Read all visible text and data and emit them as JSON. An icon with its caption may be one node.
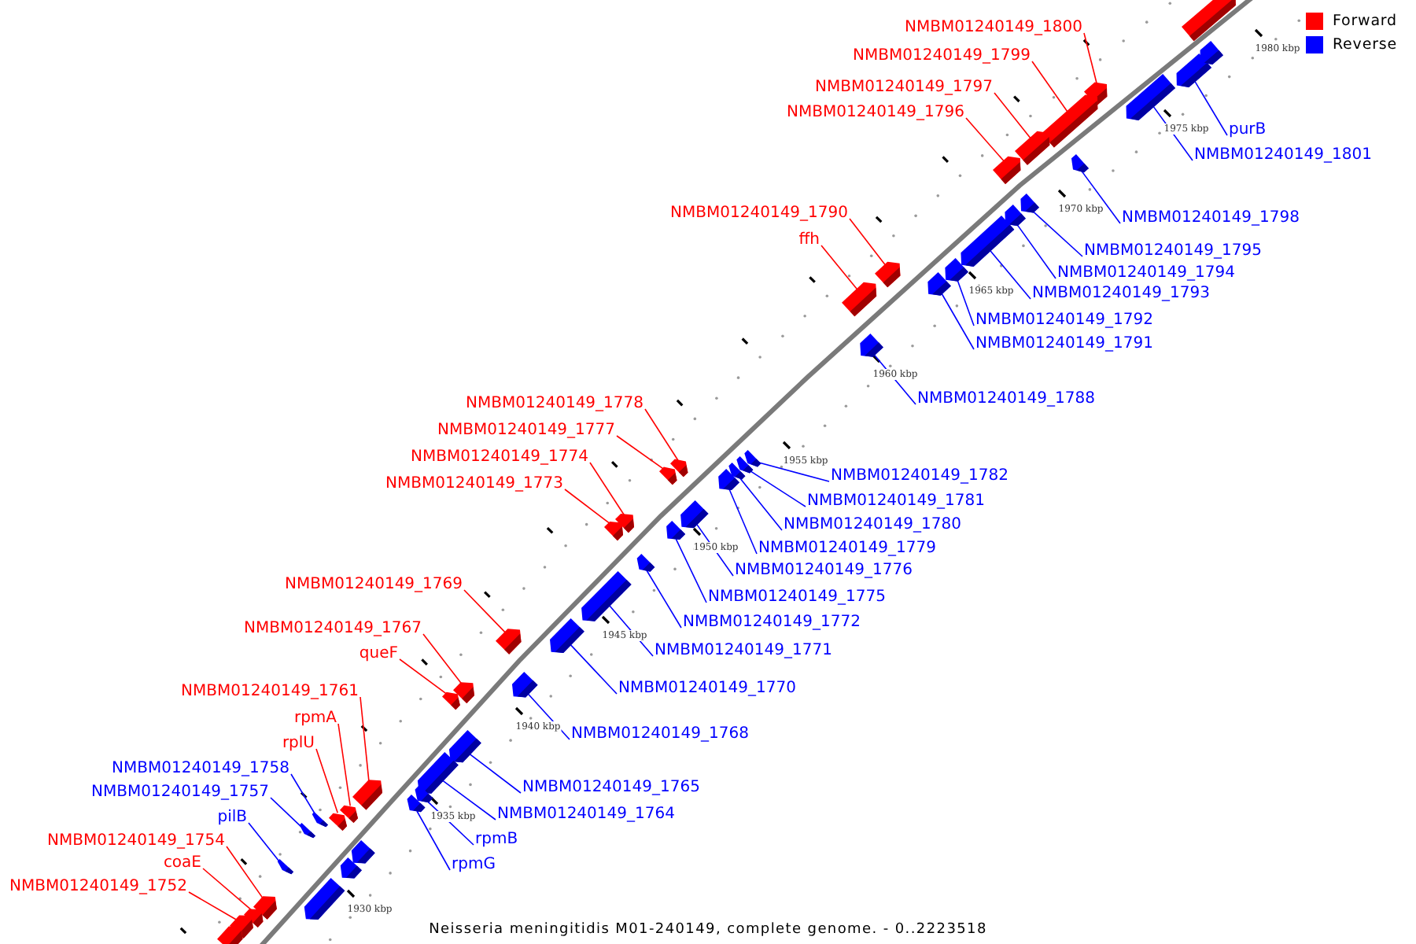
{
  "diagram": {
    "caption": "Neisseria meningitidis M01-240149, complete genome. - 0..2223518",
    "nodes": [
      {
        "text": [
          "NMBM01240149_1800"
        ]
      },
      {
        "text": [
          "NMBM01240149_1799"
        ]
      },
      {
        "text": [
          "NMBM01240149_1797"
        ]
      },
      {
        "text": [
          "NMBM01240149_1796"
        ]
      },
      {
        "text": [
          "purB"
        ]
      },
      {
        "text": [
          "NMBM01240149_1801"
        ]
      },
      {
        "text": [
          "NMBM01240149_1790"
        ]
      },
      {
        "text": [
          "NMBM01240149_1798"
        ]
      },
      {
        "text": [
          "ffh"
        ]
      },
      {
        "text": [
          "NMBM01240149_1795"
        ]
      },
      {
        "text": [
          "NMBM01240149_1794"
        ]
      },
      {
        "text": [
          "NMBM01240149_1793"
        ]
      },
      {
        "text": [
          "NMBM01240149_1792"
        ]
      },
      {
        "text": [
          "NMBM01240149_1791"
        ]
      },
      {
        "text": [
          "NMBM01240149_1788"
        ]
      },
      {
        "text": [
          "NMBM01240149_1778"
        ]
      },
      {
        "text": [
          "NMBM01240149_1777"
        ]
      },
      {
        "text": [
          "NMBM01240149_1774"
        ]
      },
      {
        "text": [
          "NMBM01240149_1782"
        ]
      },
      {
        "text": [
          "NMBM01240149_1773"
        ]
      },
      {
        "text": [
          "NMBM01240149_1781"
        ]
      },
      {
        "text": [
          "NMBM01240149_1780"
        ]
      },
      {
        "text": [
          "NMBM01240149_1779"
        ]
      },
      {
        "text": [
          "NMBM01240149_1776"
        ]
      },
      {
        "text": [
          "NMBM01240149_1769"
        ]
      },
      {
        "text": [
          "NMBM01240149_1775"
        ]
      },
      {
        "text": [
          "NMBM01240149_1772"
        ]
      },
      {
        "text": [
          "NMBM01240149_1767"
        ]
      },
      {
        "text": [
          "NMBM01240149_1771"
        ]
      },
      {
        "text": [
          "queF"
        ]
      },
      {
        "text": [
          "NMBM01240149_1770"
        ]
      },
      {
        "text": [
          "NMBM01240149_1761"
        ]
      },
      {
        "text": [
          "rpmA"
        ]
      },
      {
        "text": [
          "NMBM01240149_1768"
        ]
      },
      {
        "text": [
          "rplU"
        ]
      },
      {
        "text": [
          "NMBM01240149_1758"
        ]
      },
      {
        "text": [
          "NMBM01240149_1765"
        ]
      },
      {
        "text": [
          "NMBM01240149_1757"
        ]
      },
      {
        "text": [
          "NMBM01240149_1764"
        ]
      },
      {
        "text": [
          "pilB"
        ]
      },
      {
        "text": [
          "rpmB"
        ]
      },
      {
        "text": [
          "NMBM01240149_1754"
        ]
      },
      {
        "text": [
          "coaE"
        ]
      },
      {
        "text": [
          "rpmG"
        ]
      },
      {
        "text": [
          "NMBM01240149_1752"
        ]
      },
      {
        "text": [],
        "shape": "block"
      },
      {
        "text": [],
        "shape": "block"
      },
      {
        "text": [],
        "shape": "block"
      },
      {
        "text": [],
        "shape": "block"
      },
      {
        "text": [],
        "shape": "block"
      },
      {
        "text": [],
        "shape": "block"
      },
      {
        "text": [],
        "shape": "block"
      },
      {
        "text": [],
        "shape": "block"
      },
      {
        "text": [],
        "shape": "block"
      },
      {
        "text": [],
        "shape": "block"
      },
      {
        "text": [],
        "shape": "block"
      },
      {
        "text": [],
        "shape": "block"
      },
      {
        "text": [],
        "shape": "block"
      },
      {
        "text": [],
        "shape": "block"
      },
      {
        "text": [],
        "shape": "block"
      },
      {
        "text": [],
        "shape": "block"
      },
      {
        "text": [],
        "shape": "block"
      },
      {
        "text": [],
        "shape": "block"
      },
      {
        "text": [],
        "shape": "block"
      },
      {
        "text": [],
        "shape": "block"
      },
      {
        "text": [],
        "shape": "block"
      },
      {
        "text": [],
        "shape": "block"
      },
      {
        "text": [],
        "shape": "block"
      },
      {
        "text": [],
        "shape": "block"
      },
      {
        "text": [],
        "shape": "block"
      },
      {
        "text": [],
        "shape": "block"
      },
      {
        "text": [],
        "shape": "block"
      },
      {
        "text": [],
        "shape": "block"
      },
      {
        "text": [],
        "shape": "block"
      },
      {
        "text": [],
        "shape": "block"
      },
      {
        "text": [],
        "shape": "block"
      },
      {
        "text": [],
        "shape": "block"
      },
      {
        "text": [],
        "shape": "block"
      },
      {
        "text": [],
        "shape": "block"
      },
      {
        "text": [],
        "shape": "block"
      },
      {
        "text": [],
        "shape": "block"
      },
      {
        "text": [],
        "shape": "block"
      },
      {
        "text": [],
        "shape": "block"
      },
      {
        "text": [],
        "shape": "block"
      },
      {
        "text": [],
        "shape": "block"
      },
      {
        "text": [],
        "shape": "block"
      },
      {
        "text": [],
        "shape": "block"
      },
      {
        "text": [],
        "shape": "block"
      },
      {
        "text": [],
        "shape": "block"
      },
      {
        "text": [],
        "shape": "block"
      },
      {
        "text": [],
        "shape": "block"
      },
      {
        "text": [],
        "shape": "block"
      },
      {
        "text": [],
        "shape": "block"
      },
      {
        "text": [],
        "shape": "block"
      },
      {
        "text": [],
        "shape": "block"
      },
      {
        "text": [],
        "shape": "block"
      }
    ],
    "edges": [
      {
        "from": 0,
        "to": 45,
        "arrow": "none",
        "color": "#ff0000"
      },
      {
        "from": 1,
        "to": 46,
        "arrow": "none",
        "color": "#ff0000"
      },
      {
        "from": 2,
        "to": 47,
        "arrow": "none",
        "color": "#ff0000"
      },
      {
        "from": 3,
        "to": 48,
        "arrow": "none",
        "color": "#ff0000"
      },
      {
        "from": 4,
        "to": 49,
        "arrow": "none"
      },
      {
        "from": 5,
        "to": 50,
        "arrow": "none"
      },
      {
        "from": 6,
        "to": 51,
        "arrow": "none",
        "color": "#ff0000"
      },
      {
        "from": 7,
        "to": 52,
        "arrow": "none"
      },
      {
        "from": 8,
        "to": 53,
        "arrow": "none",
        "color": "#ff0000"
      },
      {
        "from": 9,
        "to": 54,
        "arrow": "none"
      },
      {
        "from": 10,
        "to": 55,
        "arrow": "none"
      },
      {
        "from": 11,
        "to": 56,
        "arrow": "none"
      },
      {
        "from": 12,
        "to": 57,
        "arrow": "none"
      },
      {
        "from": 13,
        "to": 58,
        "arrow": "none"
      },
      {
        "from": 14,
        "to": 59,
        "arrow": "none"
      },
      {
        "from": 15,
        "to": 60,
        "arrow": "none",
        "color": "#ff0000"
      },
      {
        "from": 16,
        "to": 61,
        "arrow": "none",
        "color": "#ff0000"
      },
      {
        "from": 17,
        "to": 62,
        "arrow": "none",
        "color": "#ff0000"
      },
      {
        "from": 18,
        "to": 63,
        "arrow": "none"
      },
      {
        "from": 19,
        "to": 64,
        "arrow": "none",
        "color": "#ff0000"
      },
      {
        "from": 20,
        "to": 65,
        "arrow": "none"
      },
      {
        "from": 21,
        "to": 66,
        "arrow": "none"
      },
      {
        "from": 22,
        "to": 67,
        "arrow": "none"
      },
      {
        "from": 23,
        "to": 68,
        "arrow": "none"
      },
      {
        "from": 24,
        "to": 69,
        "arrow": "none",
        "color": "#ff0000"
      },
      {
        "from": 25,
        "to": 70,
        "arrow": "none"
      },
      {
        "from": 26,
        "to": 71,
        "arrow": "none"
      },
      {
        "from": 27,
        "to": 72,
        "arrow": "none",
        "color": "#ff0000"
      },
      {
        "from": 28,
        "to": 73,
        "arrow": "none"
      },
      {
        "from": 29,
        "to": 74,
        "arrow": "none",
        "color": "#ff0000"
      },
      {
        "from": 30,
        "to": 75,
        "arrow": "none"
      },
      {
        "from": 31,
        "to": 76,
        "arrow": "none",
        "color": "#ff0000"
      },
      {
        "from": 32,
        "to": 77,
        "arrow": "none",
        "color": "#ff0000"
      },
      {
        "from": 33,
        "to": 78,
        "arrow": "none"
      },
      {
        "from": 34,
        "to": 79,
        "arrow": "none",
        "color": "#ff0000"
      },
      {
        "from": 35,
        "to": 80,
        "arrow": "none"
      },
      {
        "from": 36,
        "to": 81,
        "arrow": "none"
      },
      {
        "from": 37,
        "to": 82,
        "arrow": "none"
      },
      {
        "from": 38,
        "to": 83,
        "arrow": "none"
      },
      {
        "from": 39,
        "to": 84,
        "arrow": "none"
      },
      {
        "from": 40,
        "to": 85,
        "arrow": "none"
      },
      {
        "from": 41,
        "to": 86,
        "arrow": "none",
        "color": "#ff0000"
      },
      {
        "from": 42,
        "to": 87,
        "arrow": "none",
        "color": "#ff0000"
      },
      {
        "from": 43,
        "to": 88,
        "arrow": "none"
      },
      {
        "from": 44,
        "to": 89,
        "arrow": "none",
        "color": "#ff0000"
      }
    ],
    "labels": [
      "1980 kbp",
      "1975 kbp",
      "1970 kbp",
      "1965 kbp",
      "1960 kbp",
      "1955 kbp",
      "1950 kbp",
      "1945 kbp",
      "1940 kbp",
      "1935 kbp",
      "1930 kbp"
    ],
    "legend": [
      {
        "text": "Forward",
        "color": "#ff0000"
      },
      {
        "text": "Reverse",
        "color": "#0000ff"
      }
    ]
  }
}
